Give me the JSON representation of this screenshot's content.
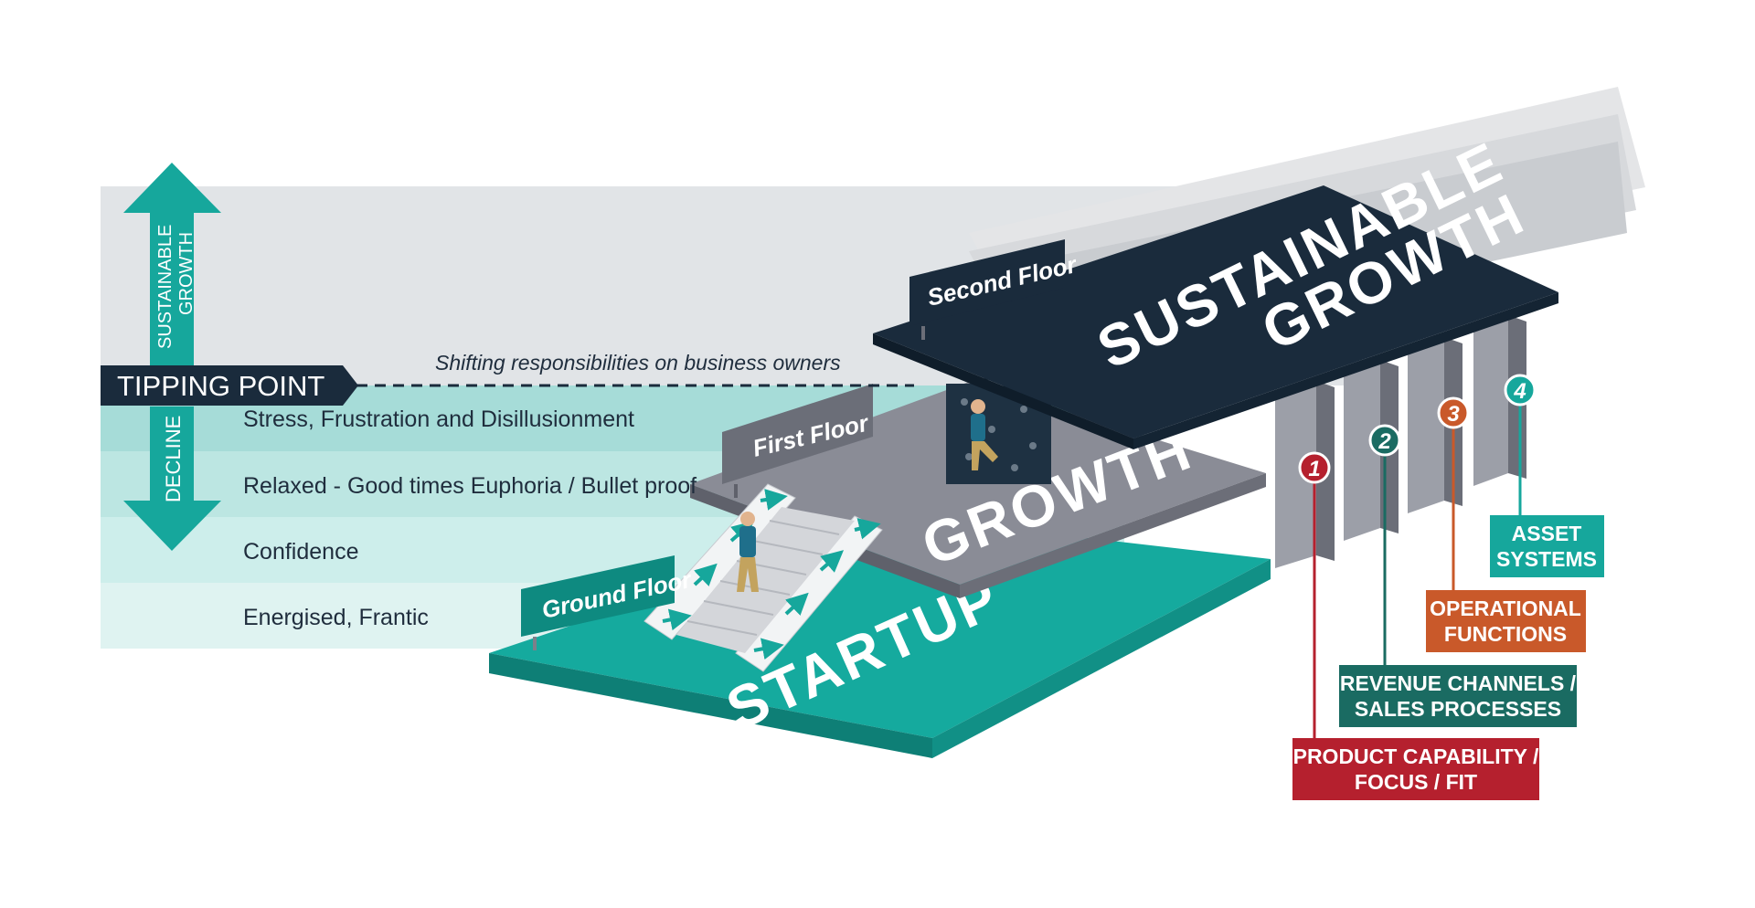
{
  "left_axis": {
    "up_label_line1": "SUSTAINABLE",
    "up_label_line2": "GROWTH",
    "down_label": "DECLINE",
    "tipping_point": "TIPPING POINT",
    "shifting_note": "Shifting responsibilities on business owners"
  },
  "bands": [
    "Stress, Frustration and Disillusionment",
    "Relaxed - Good times Euphoria / Bullet proof",
    "Confidence",
    "Energised, Frantic"
  ],
  "floors": {
    "ground_sign": "Ground Floor",
    "first_sign": "First Floor",
    "second_sign": "Second Floor",
    "startup": "STARTUP",
    "growth": "GROWTH",
    "sustainable_line1": "SUSTAINABLE",
    "sustainable_line2": "GROWTH",
    "alert_glyph": "!"
  },
  "pillars": [
    {
      "number": "1",
      "line1": "PRODUCT CAPABILITY /",
      "line2": "FOCUS / FIT",
      "color": "#b5202e"
    },
    {
      "number": "2",
      "line1": "REVENUE CHANNELS /",
      "line2": "SALES PROCESSES",
      "color": "#1a6b62"
    },
    {
      "number": "3",
      "line1": "OPERATIONAL",
      "line2": "FUNCTIONS",
      "color": "#c9592a"
    },
    {
      "number": "4",
      "line1": "ASSET",
      "line2": "SYSTEMS",
      "color": "#16a79c"
    }
  ],
  "colors": {
    "teal": "#16a79c",
    "navy": "#1a2b3c",
    "grey_floor": "#7d7f8a",
    "band_grey": "#e1e4e7"
  }
}
